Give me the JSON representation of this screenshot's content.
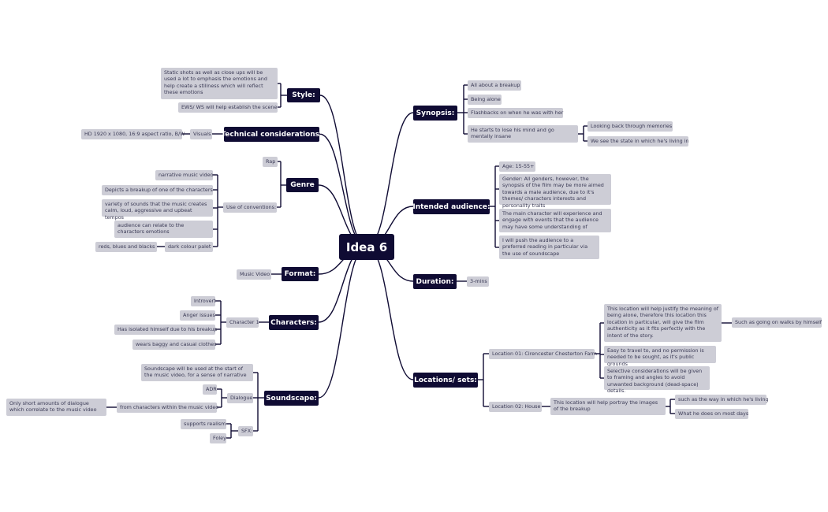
{
  "root": "Idea 6",
  "left": {
    "style": {
      "title": "Style:",
      "items": [
        "Static shots as well as close ups will be used a lot to emphasis the emotions and help create a stillness which will reflect these emotions",
        "EWS/ WS will help establish the scene"
      ]
    },
    "technical": {
      "title": "Technical considerations:",
      "visuals_label": "Visuals",
      "visuals_value": "HD 1920 x 1080, 16:9 aspect ratio, B/W"
    },
    "genre": {
      "title": "Genre",
      "rap": "Rap",
      "conventions_label": "Use of conventions:",
      "conventions": [
        "narrative music video",
        "Depicts a breakup of one of the characters",
        "variety of sounds that the music creates calm, loud, aggressive and upbeat tempos",
        "audience can relate to the characters emotions",
        "dark colour palet"
      ],
      "palette": "reds, blues and blacks"
    },
    "format": {
      "title": "Format:",
      "value": "Music Video"
    },
    "characters": {
      "title": "Characters:",
      "character_label": "Character 1",
      "traits": [
        "Introvert",
        "Anger issues",
        "Has isolated himself due to his breakup",
        "wears baggy and casual clothes"
      ]
    },
    "soundscape": {
      "title": "Soundscape:",
      "intro": "Soundscape will be used at the start of the music video, for a sense of narrative",
      "dialogue_label": "Dialogue",
      "adr": "ADR",
      "from_characters": "from characters within the music video",
      "short_dialogue": "Only short amounts of dialogue which correlate to the music video",
      "sfx_label": "SFX:",
      "sfx": [
        "supports realism",
        "Foley"
      ]
    }
  },
  "right": {
    "synopsis": {
      "title": "Synopsis:",
      "items": [
        "All about a breakup",
        "Being alone",
        "Flashbacks on when he was with her",
        "He starts to lose his mind and go mentally insane"
      ],
      "insane_children": [
        "Looking back through memories",
        "We see the state in which he's living in"
      ]
    },
    "audience": {
      "title": "Intended audience:",
      "items": [
        "Age: 15-55+",
        "Gender: All genders, however, the synopsis of the film may be more aimed towards a male audience, due to it's themes/ characters interests and personality traits",
        "The main character will experience and engage with events that the audience may have some understanding of",
        "I will push the audience to a preferred reading in particular via the use of soundscape"
      ]
    },
    "duration": {
      "title": "Duration:",
      "value": "3-mins"
    },
    "locations": {
      "title": "Locations/ sets:",
      "loc1": "Location 01: Cirencester Chesterton Farm",
      "loc1_items": [
        "This location will help justify the meaning of being alone, therefore this location this location in particular, will give the film authenticity as it fits perfectly with the intent of the story.",
        "Easy to travel to, and no permission is needed to be sought, as it's public grounds",
        "Selective considerations will be given to framing and angles to avoid unwanted background (dead-space) details."
      ],
      "loc1_extra": "Such as going on walks by himself",
      "loc2": "Location 02: House",
      "loc2_item": "This location will help portray the images of the breakup",
      "loc2_children": [
        "such as the way in which he's living",
        "What he does on most days"
      ]
    }
  },
  "colors": {
    "dark": "#0f0b33",
    "light": "#cdcdd6",
    "text": "#3a3a55"
  }
}
